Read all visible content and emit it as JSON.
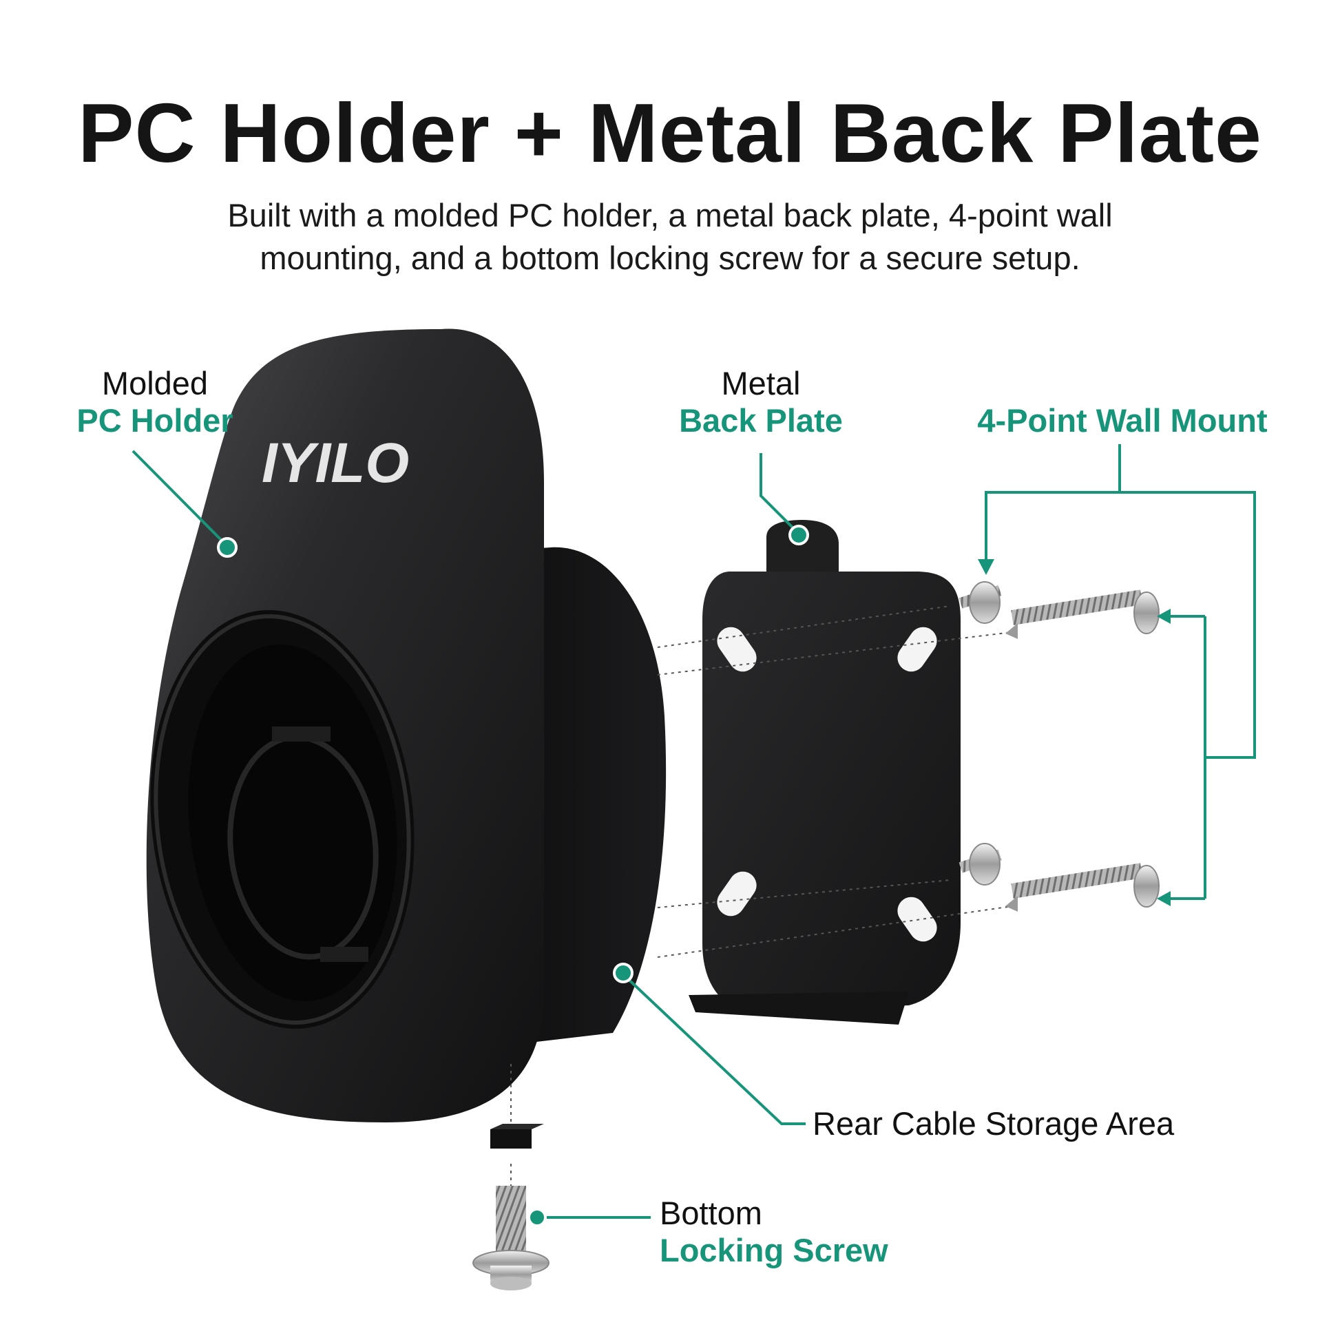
{
  "header": {
    "title": "PC Holder + Metal Back Plate",
    "subtitle_line1": "Built with a molded PC holder, a metal back plate, 4-point wall",
    "subtitle_line2": "mounting, and a bottom locking screw for a secure setup."
  },
  "callouts": {
    "holder": {
      "line1": "Molded",
      "line2": "PC Holder"
    },
    "plate": {
      "line1": "Metal",
      "line2": "Back Plate"
    },
    "wall_mount": {
      "label": "4-Point Wall Mount"
    },
    "cable_storage": {
      "label": "Rear Cable Storage Area"
    },
    "locking_screw": {
      "line1": "Bottom",
      "line2": "Locking Screw"
    }
  },
  "product": {
    "brand_logo": "IYILO"
  },
  "colors": {
    "accent": "#17957a",
    "product_body": "#1c1c1e",
    "text": "#111111"
  },
  "icons": [
    "screw-icon",
    "nut-icon",
    "bolt-icon",
    "bolt-glyph-icon"
  ]
}
